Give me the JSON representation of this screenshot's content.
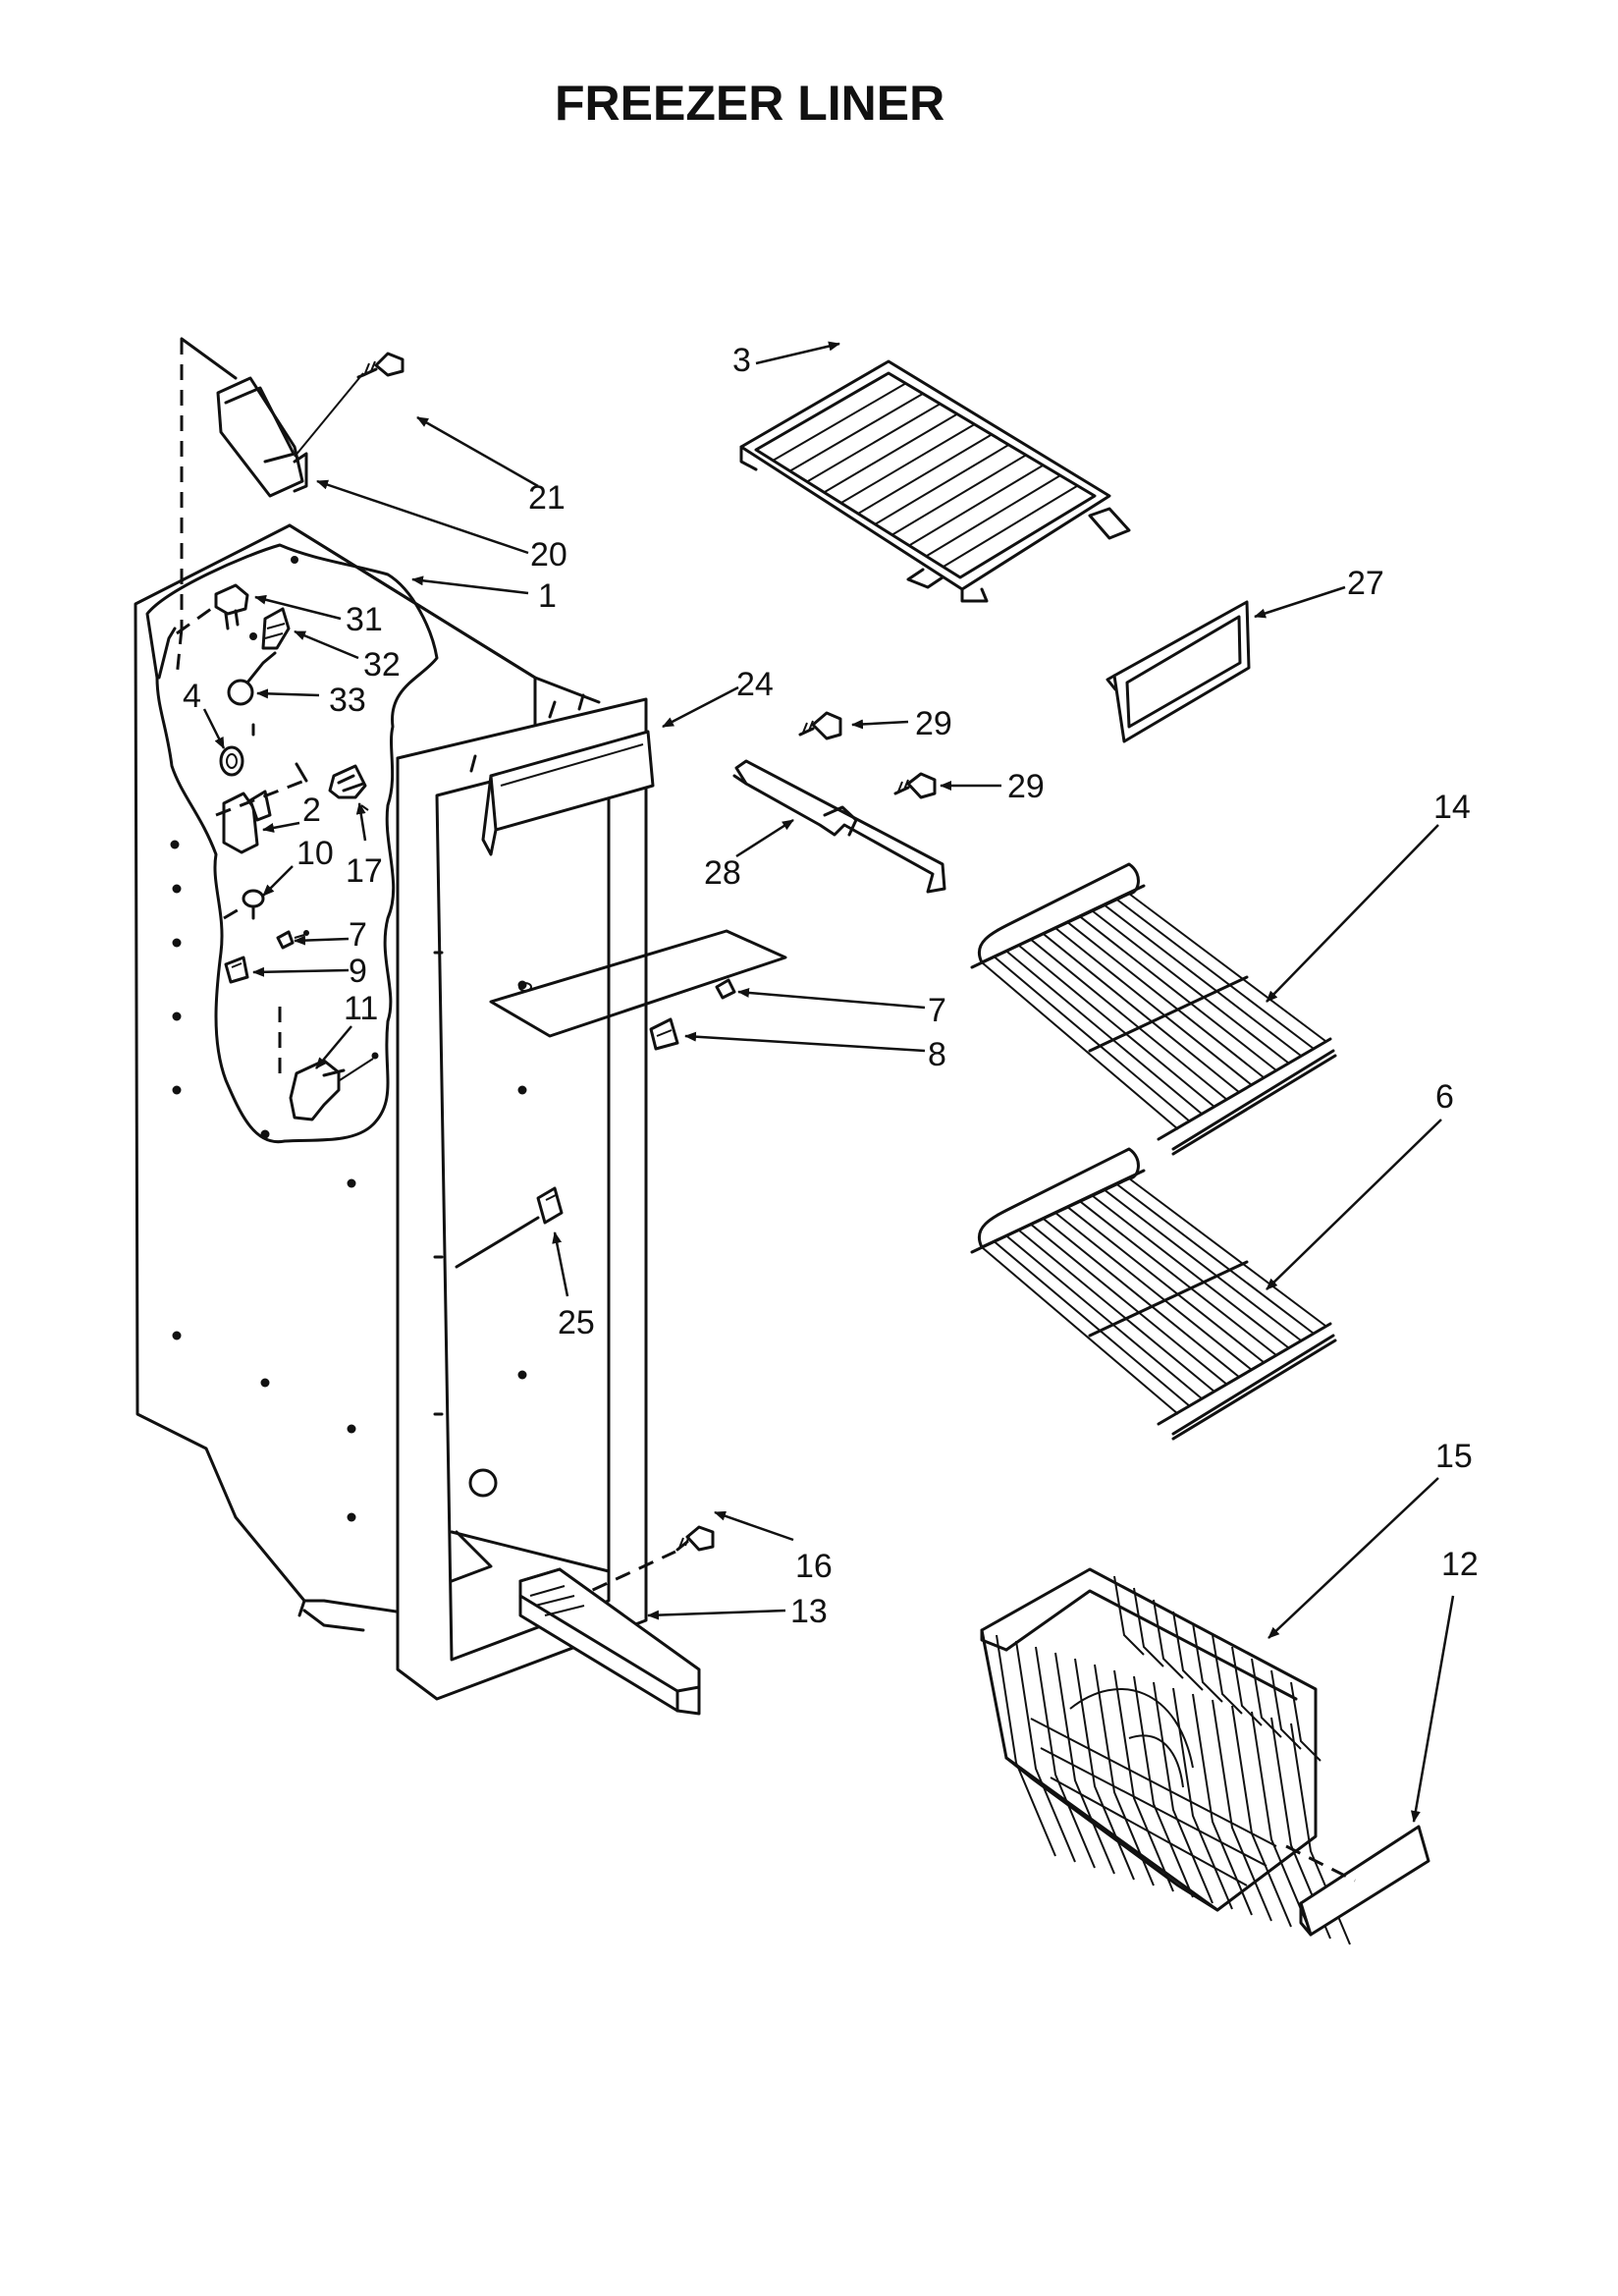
{
  "title": "FREEZER LINER",
  "callouts": [
    "3",
    "21",
    "20",
    "1",
    "27",
    "31",
    "32",
    "33",
    "24",
    "29",
    "29",
    "4",
    "2",
    "17",
    "10",
    "28",
    "14",
    "7",
    "9",
    "7",
    "8",
    "11",
    "6",
    "25",
    "15",
    "16",
    "13",
    "12"
  ]
}
